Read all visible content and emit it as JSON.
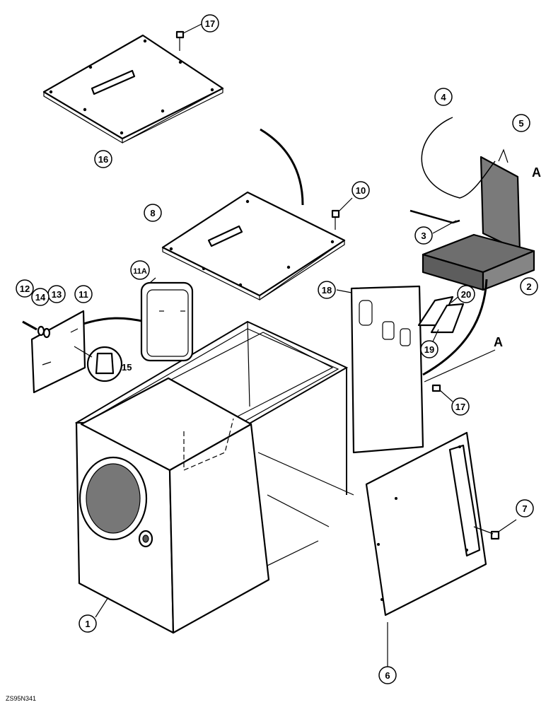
{
  "diagram": {
    "drawing_code": "ZS95N341",
    "callouts": [
      {
        "label": "1"
      },
      {
        "label": "2"
      },
      {
        "label": "3"
      },
      {
        "label": "4"
      },
      {
        "label": "5"
      },
      {
        "label": "6"
      },
      {
        "label": "7"
      },
      {
        "label": "8"
      },
      {
        "label": "10"
      },
      {
        "label": "11"
      },
      {
        "label": "11A"
      },
      {
        "label": "12"
      },
      {
        "label": "13"
      },
      {
        "label": "14"
      },
      {
        "label": "15"
      },
      {
        "label": "16"
      },
      {
        "label": "17"
      },
      {
        "label": "18"
      },
      {
        "label": "19"
      },
      {
        "label": "20"
      },
      {
        "label": "17"
      }
    ],
    "section_markers": [
      {
        "label": "A"
      },
      {
        "label": "A"
      }
    ],
    "colors": {
      "line": "#000000",
      "background": "#ffffff"
    }
  }
}
